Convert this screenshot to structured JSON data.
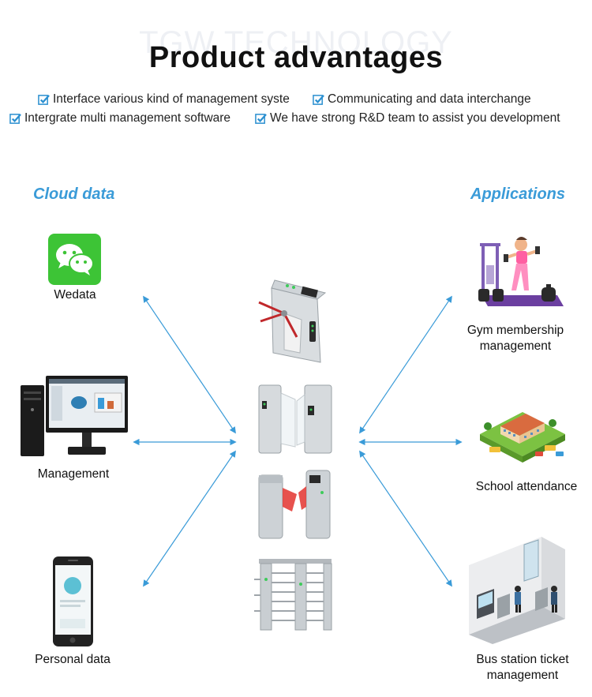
{
  "watermark": "TGW TECHNOLOGY",
  "title": "Product advantages",
  "advantages": [
    "Interface various kind of management syste",
    "Communicating and data interchange",
    "Intergrate multi management software",
    "We have strong R&D team to assist you development"
  ],
  "left": {
    "heading": "Cloud data",
    "items": [
      "Wedata",
      "Management",
      "Personal data"
    ]
  },
  "right": {
    "heading": "Applications",
    "items": [
      "Gym membership management",
      "School attendance",
      "Bus station ticket management"
    ]
  },
  "colors": {
    "accent": "#3a9bd8",
    "check": "#2a8fd0",
    "wechat_green": "#3dc436"
  }
}
